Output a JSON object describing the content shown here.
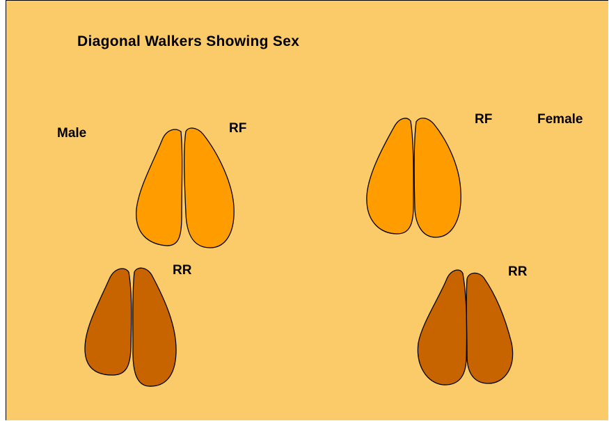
{
  "title": "Diagonal Walkers Showing Sex",
  "labels": {
    "male": "Male",
    "female": "Female",
    "rf_left": "RF",
    "rf_right": "RF",
    "rr_left": "RR",
    "rr_right": "RR"
  },
  "colors": {
    "background": "#fccb69",
    "front_hoof": "#ff9c00",
    "rear_hoof": "#c86400",
    "outline": "#000000"
  }
}
